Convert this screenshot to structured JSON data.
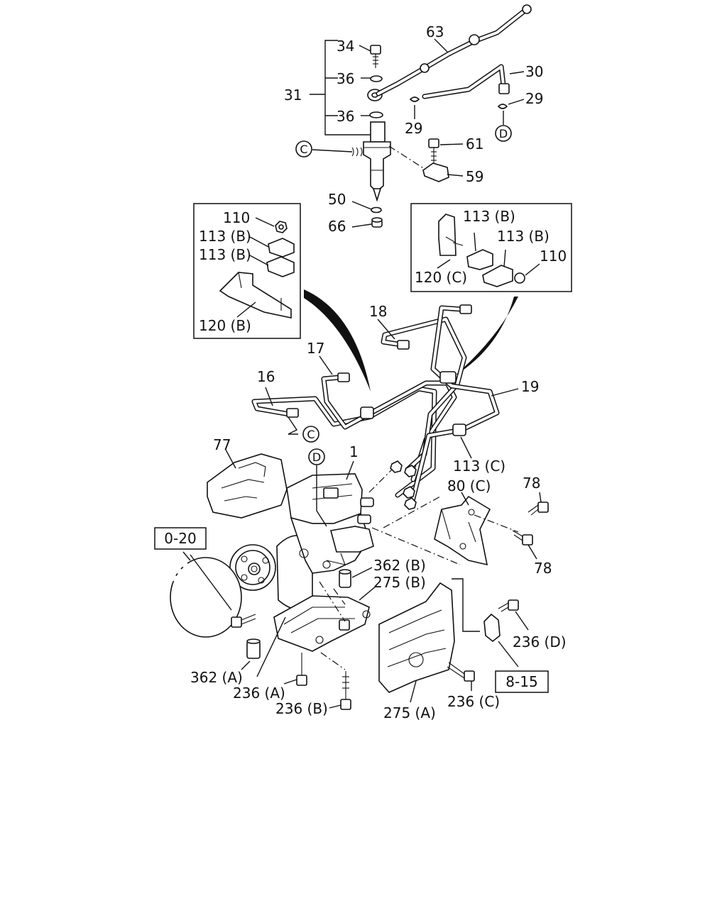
{
  "callouts": {
    "c34": "34",
    "c36a": "36",
    "c31": "31",
    "c36b": "36",
    "c63": "63",
    "c30": "30",
    "c29a": "29",
    "c29b": "29",
    "c61": "61",
    "c59": "59",
    "c50": "50",
    "c66": "66",
    "c110a": "110",
    "c113b_a": "113 (B)",
    "c113b_b": "113 (B)",
    "c120b": "120 (B)",
    "c113b_c": "113 (B)",
    "c113b_d": "113 (B)",
    "c110b": "110",
    "c120c": "120 (C)",
    "c18": "18",
    "c17": "17",
    "c16": "16",
    "c19": "19",
    "c77": "77",
    "c1": "1",
    "c113c": "113 (C)",
    "c80c": "80 (C)",
    "c78a": "78",
    "c78b": "78",
    "c362b": "362 (B)",
    "c275b": "275 (B)",
    "c236d": "236 (D)",
    "c362a": "362 (A)",
    "c236a": "236 (A)",
    "c236b": "236 (B)",
    "c275a": "275 (A)",
    "c236c": "236 (C)"
  },
  "refs": {
    "c_top": "C",
    "c_mid": "C",
    "d_top": "D",
    "d_mid": "D",
    "ref_020": "0-20",
    "ref_815": "8-15"
  }
}
